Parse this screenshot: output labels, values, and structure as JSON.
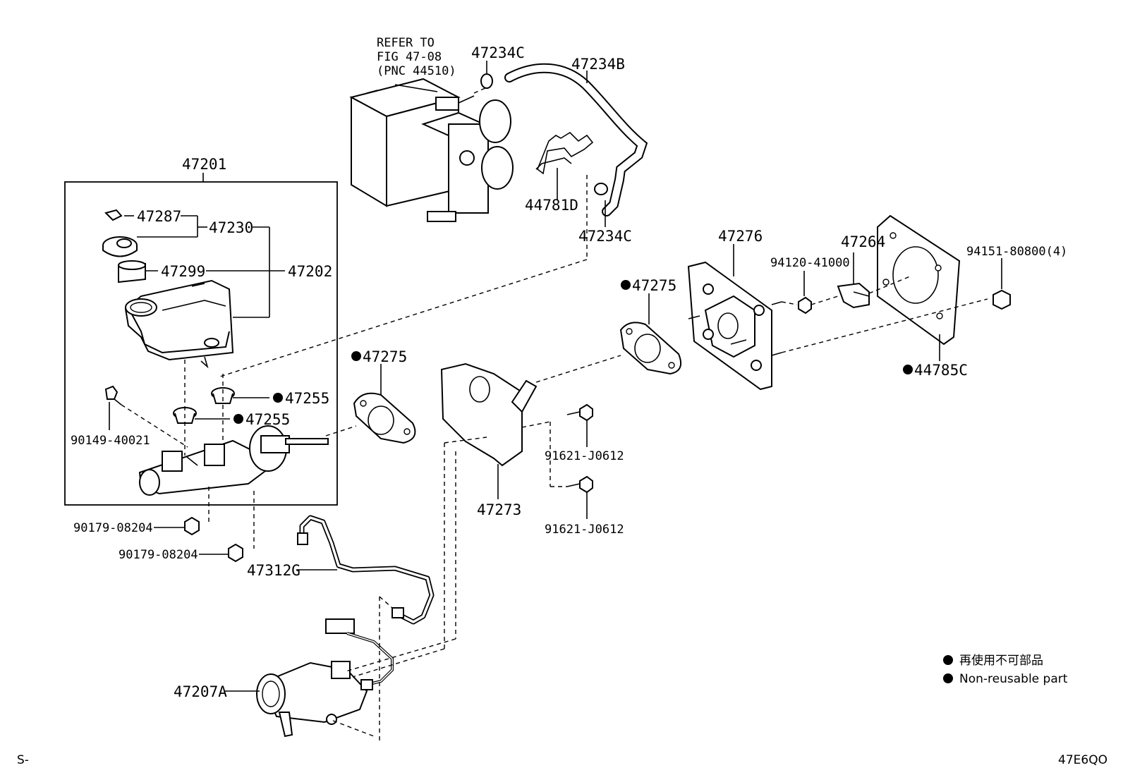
{
  "diagram": {
    "reference_note": {
      "line1": "REFER TO",
      "line2": "FIG 47-08",
      "line3": "(PNC 44510)"
    },
    "labels": {
      "p47234C_top": "47234C",
      "p47234B": "47234B",
      "p44781D": "44781D",
      "p47234C_mid": "47234C",
      "p47201": "47201",
      "p47287": "47287",
      "p47230": "47230",
      "p47299": "47299",
      "p47202": "47202",
      "p47276": "47276",
      "p47264": "47264",
      "p94120": "94120-41000",
      "p94151": "94151-80800(4)",
      "p47275_right": "47275",
      "p44785C": "44785C",
      "p47275_left": "47275",
      "p47255_a": "47255",
      "p47255_b": "47255",
      "p90149": "90149-40021",
      "p91621_a": "91621-J0612",
      "p91621_b": "91621-J0612",
      "p47273": "47273",
      "p90179_a": "90179-08204",
      "p90179_b": "90179-08204",
      "p47312G": "47312G",
      "p47207A": "47207A"
    },
    "legend": {
      "japanese": "再使用不可部品",
      "english": "Non-reusable part"
    },
    "corner_left": "S-",
    "corner_right": "47E6QO"
  }
}
